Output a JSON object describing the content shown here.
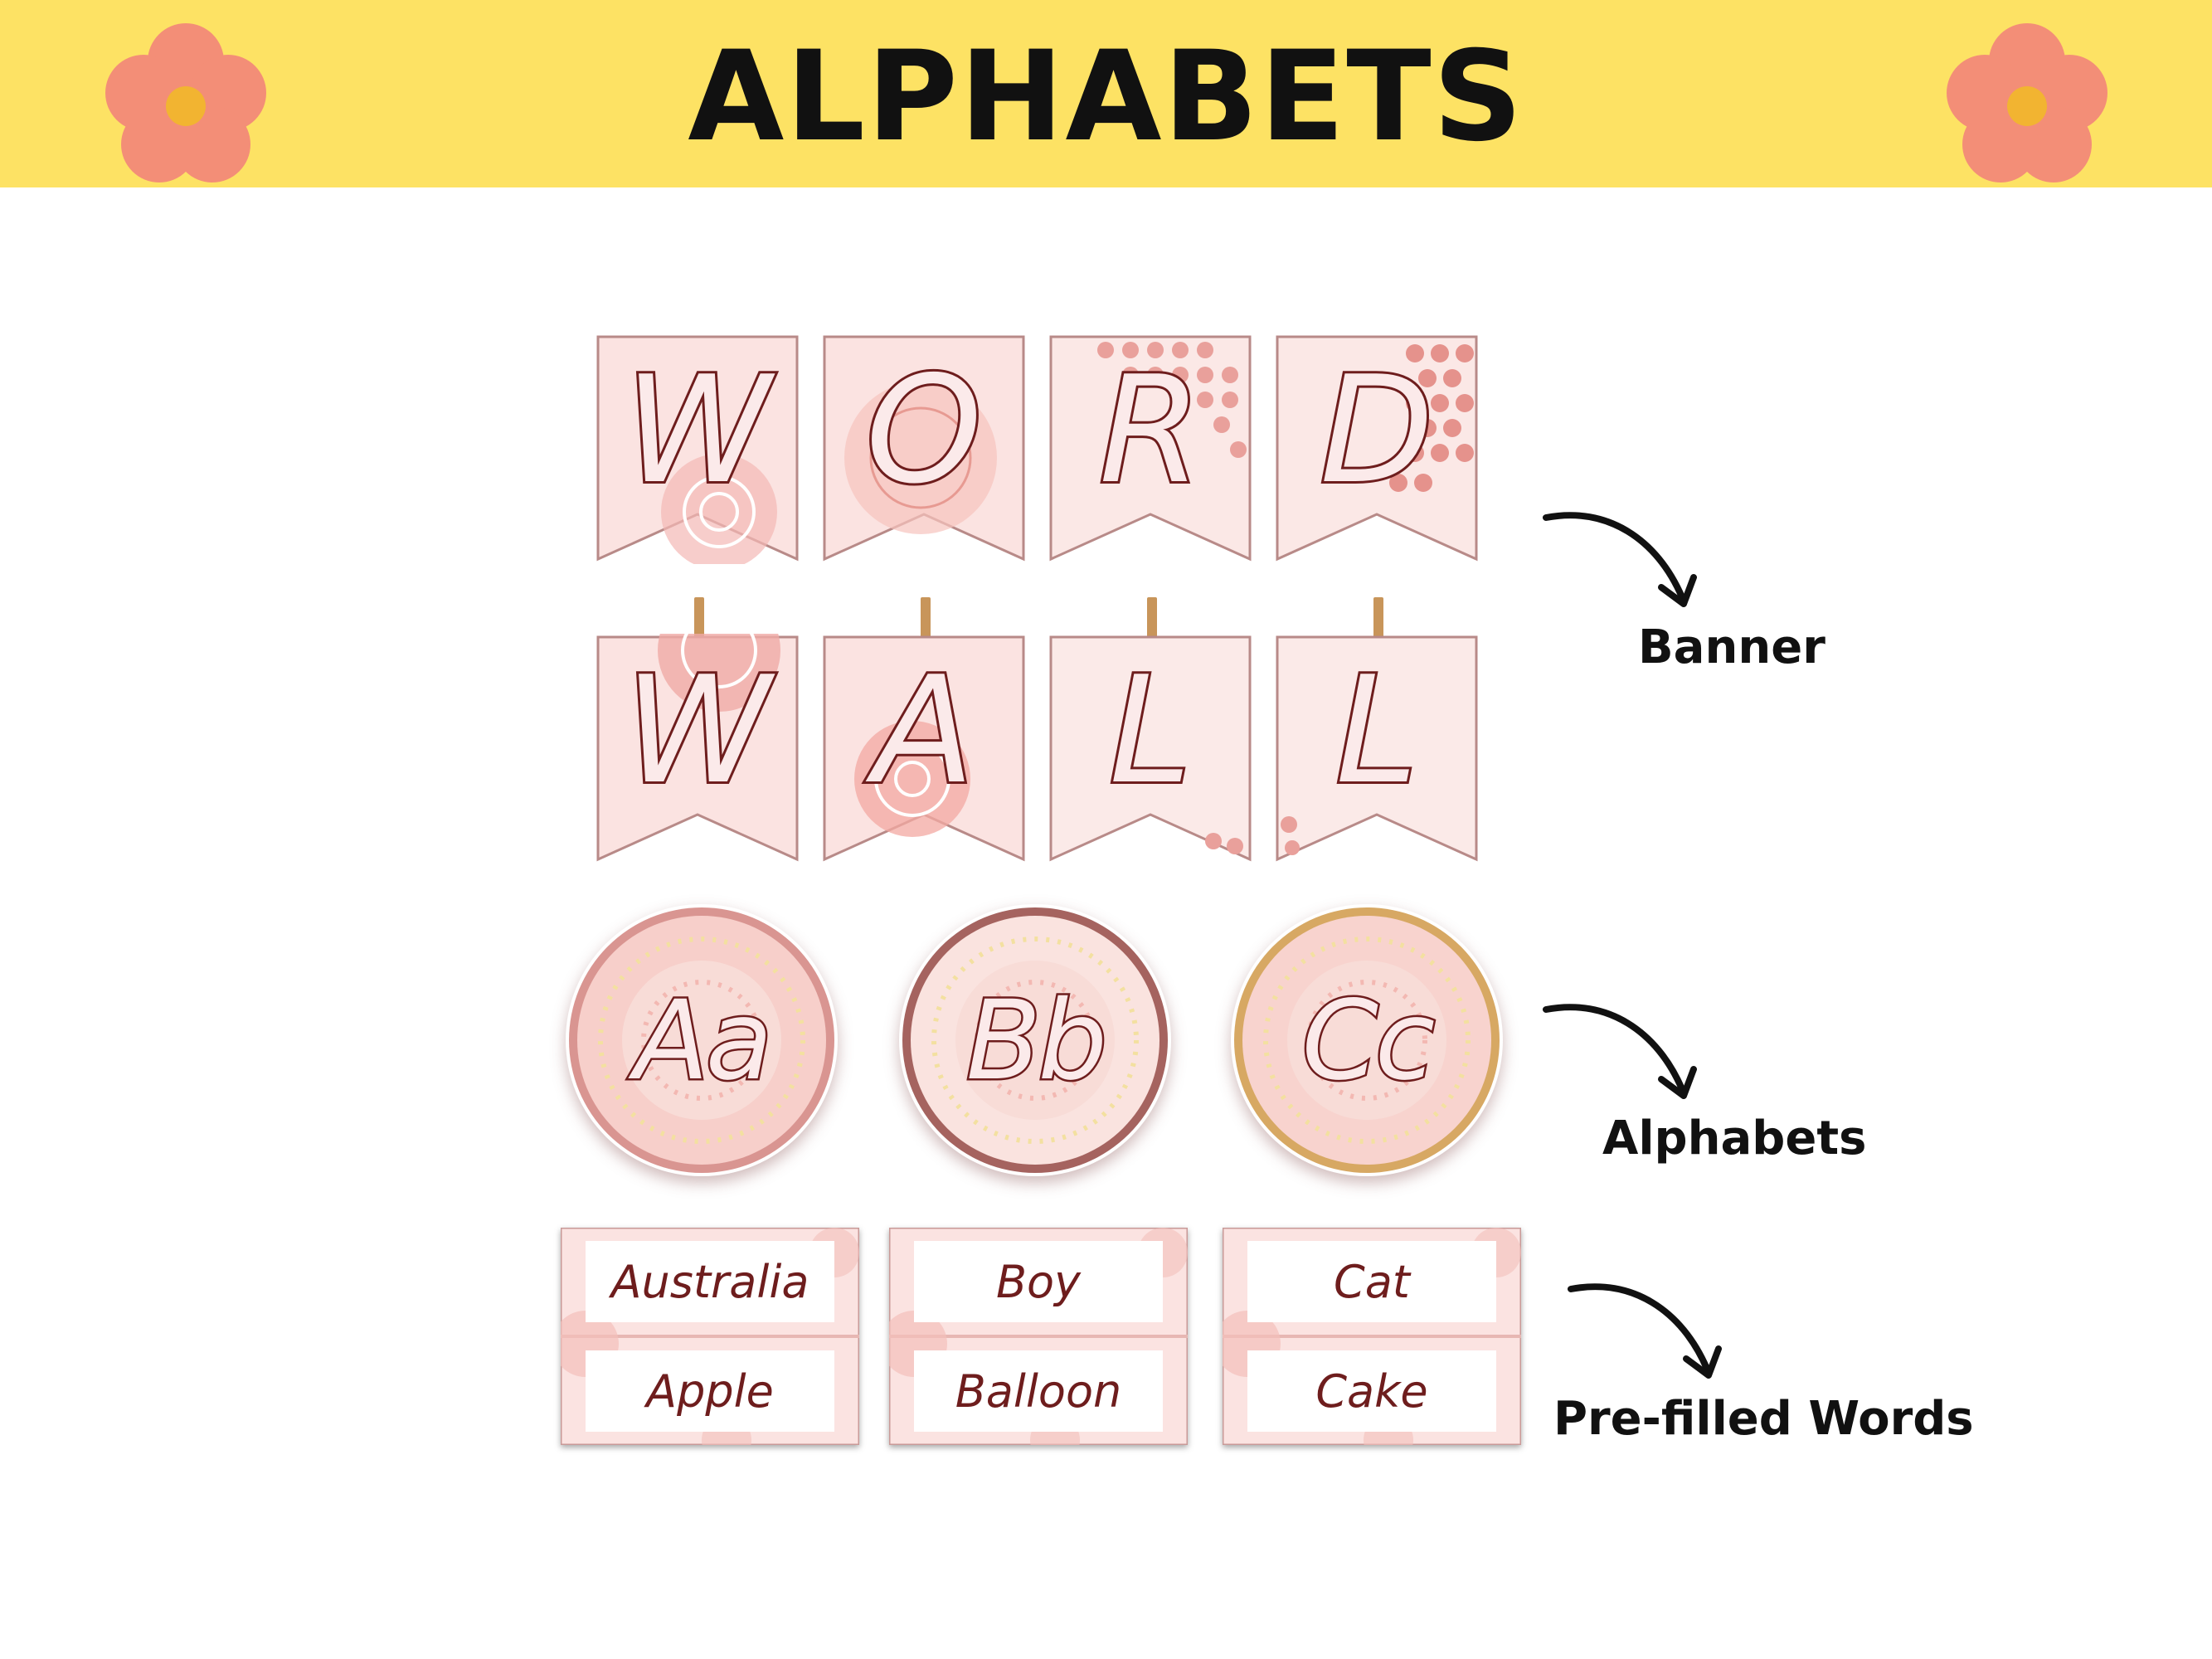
{
  "header": {
    "title": "ALPHABETS",
    "background_color": "#fde264",
    "icons": [
      "flower-icon",
      "flower-icon"
    ]
  },
  "banner": {
    "row1": [
      "W",
      "O",
      "R",
      "D"
    ],
    "row2": [
      "W",
      "A",
      "L",
      "L"
    ],
    "label": "Banner"
  },
  "alphabets": {
    "cards": [
      "Aa",
      "Bb",
      "Cc"
    ],
    "label": "Alphabets"
  },
  "words": {
    "cards": [
      {
        "top": "Australia",
        "bottom": "Apple"
      },
      {
        "top": "Boy",
        "bottom": "Balloon"
      },
      {
        "top": "Cat",
        "bottom": "Cake"
      }
    ],
    "label": "Pre-filled Words"
  },
  "colors": {
    "accent_pink": "#e98f8f",
    "letter_outline": "#6e1d1d",
    "card_background": "#fbe3e1"
  }
}
